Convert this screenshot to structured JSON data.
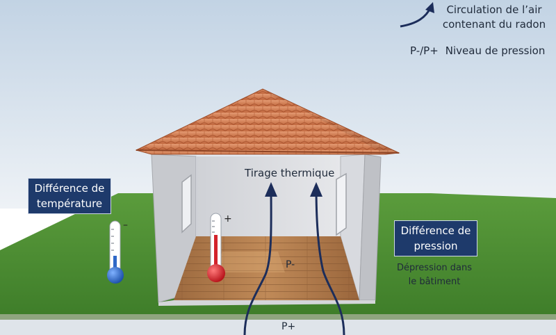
{
  "legend": {
    "airflow_text": "Circulation de l’air contenant du radon",
    "pressure_symbol": "P-/P+",
    "pressure_text": "Niveau de pression"
  },
  "labels": {
    "thermal_draft": "Tirage thermique",
    "indoor_pressure": "P-",
    "ground_pressure": "P+",
    "temperature_box": "Différence de température",
    "pressure_box": "Différence de pression",
    "depression": "Dépression  dans le bâtiment",
    "cold_sign": "–",
    "warm_sign": "+"
  },
  "colors": {
    "arrow": "#1c2d5a",
    "label_box": "#1e3a6b",
    "grass": "#4d8f34",
    "roof_tile": "#cd7a52",
    "floor": "#b07849",
    "cold": "#2f68c7",
    "warm": "#d3232b"
  }
}
